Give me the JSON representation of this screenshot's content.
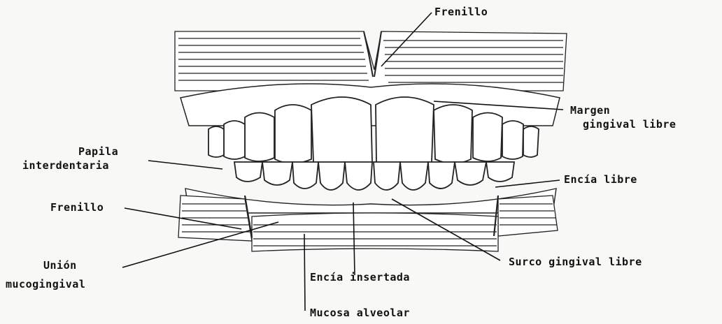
{
  "labels": {
    "frenillo_top": "Frenillo",
    "margen_1": "Margen",
    "margen_2": "gingival libre",
    "papila_1": "Papila",
    "papila_2": "interdentaria",
    "encia_libre": "Encía libre",
    "frenillo_left": "Frenillo",
    "union_1": "Unión",
    "union_2": "mucogingival",
    "surco": "Surco gingival libre",
    "encia_insertada": "Encía insertada",
    "mucosa": "Mucosa alveolar"
  }
}
